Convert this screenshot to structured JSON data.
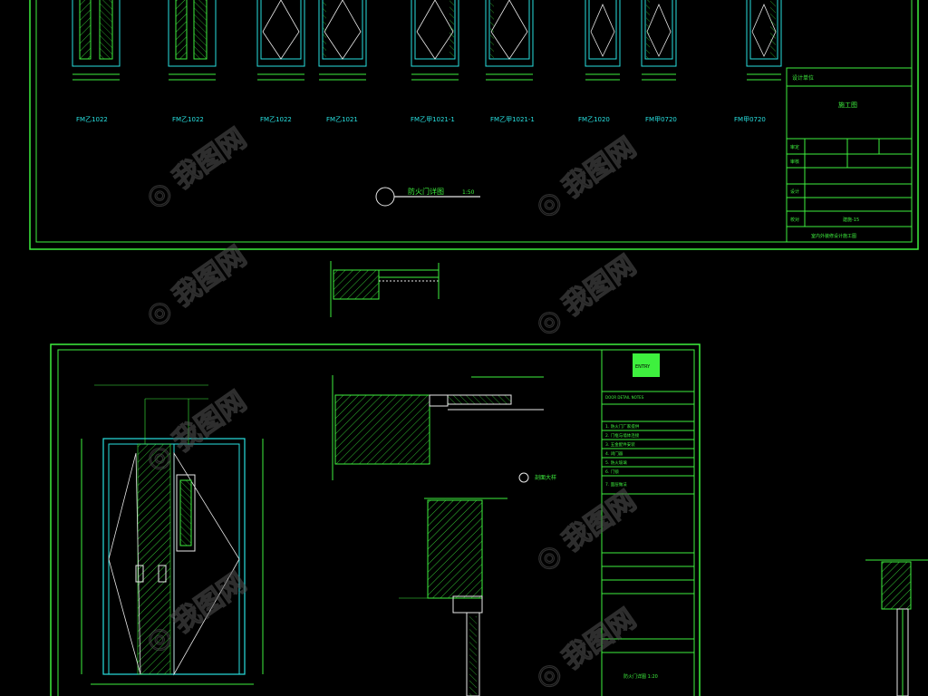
{
  "top_sheet": {
    "door_labels": [
      "FM乙1022",
      "FM乙1022",
      "FM乙1022",
      "FM乙1021",
      "FM乙甲1021-1",
      "FM乙甲1021-1",
      "FM乙1020",
      "FM甲0720",
      "FM甲0720"
    ],
    "detail_title": "防火门详图",
    "detail_scale": "1:50",
    "title_block": {
      "cell_a": "设计单位",
      "project_name": "施工图",
      "row_labels": [
        "审定",
        "审核",
        "设计",
        "校对"
      ],
      "sheet_no": "建施-15",
      "footer": "室内外装修设计施工图"
    }
  },
  "bottom_sheet": {
    "badge_text": "ENTRY",
    "section_title": "剖面大样",
    "notes_header": "DOOR DETAIL NOTES",
    "notes": [
      "1. 防火门厂家提供",
      "2. 门框与墙体连接",
      "3. 五金配件安装",
      "4. 闭门器",
      "5. 防火玻璃",
      "6. 门锁",
      "7. 面层做法"
    ],
    "footer_label": "防火门详图 1:20"
  },
  "colors": {
    "line": "#3ef03e",
    "cyan": "#28e0e0",
    "white": "#e8e8e8",
    "bg": "#000000"
  }
}
